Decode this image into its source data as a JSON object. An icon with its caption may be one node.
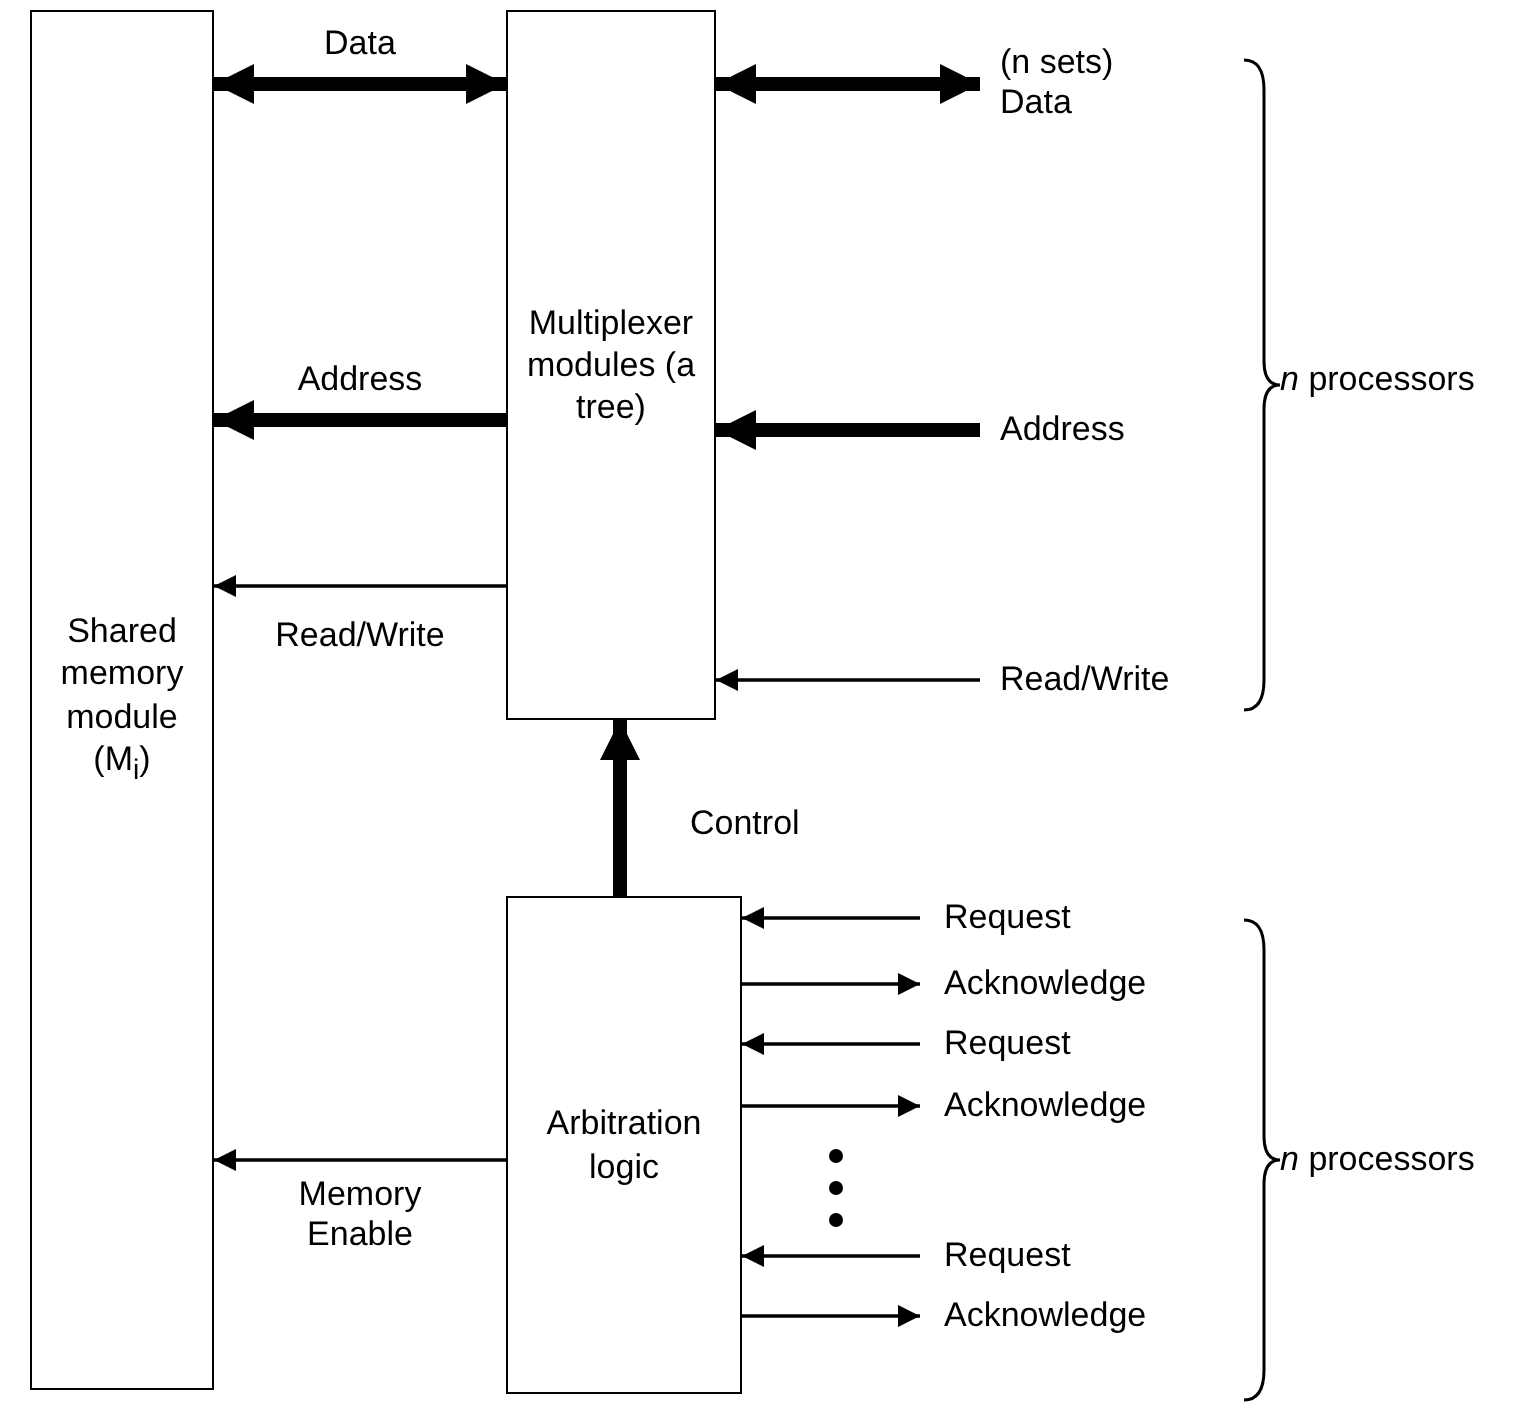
{
  "diagram": {
    "nodes": [
      {
        "text": [
          "Shared memory module (M$_{i}$)"
        ]
      },
      {
        "text": [
          "Multiplexer modules (a tree)"
        ]
      },
      {
        "text": [
          "Arbitration logic"
        ]
      }
    ],
    "edges": [
      {
        "from": 0,
        "to": 1,
        "arrow": "both",
        "label": "Data",
        "style": "thick"
      },
      {
        "from": 1,
        "to": 0,
        "arrow": "to",
        "label": "Address",
        "style": "thick"
      },
      {
        "from": 1,
        "to": 0,
        "arrow": "to",
        "label": "Read/Write"
      },
      {
        "from": null,
        "to": 1,
        "arrow": "both",
        "label": "(n sets) Data",
        "style": "thick"
      },
      {
        "from": null,
        "to": 1,
        "arrow": "to",
        "label": "Address",
        "style": "thick"
      },
      {
        "from": null,
        "to": 1,
        "arrow": "to",
        "label": "Read/Write"
      },
      {
        "from": 2,
        "to": 1,
        "arrow": "to",
        "label": "Control",
        "style": "thick"
      },
      {
        "from": null,
        "to": 2,
        "arrow": "to",
        "label": "Request"
      },
      {
        "from": 2,
        "to": null,
        "arrow": "to",
        "label": "Acknowledge"
      },
      {
        "from": null,
        "to": 2,
        "arrow": "to",
        "label": "Request"
      },
      {
        "from": 2,
        "to": null,
        "arrow": "to",
        "label": "Acknowledge"
      },
      {
        "from": null,
        "to": 2,
        "arrow": "to",
        "label": "Request"
      },
      {
        "from": 2,
        "to": null,
        "arrow": "to",
        "label": "Acknowledge"
      },
      {
        "from": 2,
        "to": 0,
        "arrow": "to",
        "label": "Memory Enable"
      }
    ],
    "labels": [
      "*n* processors",
      "*n* processors"
    ]
  }
}
